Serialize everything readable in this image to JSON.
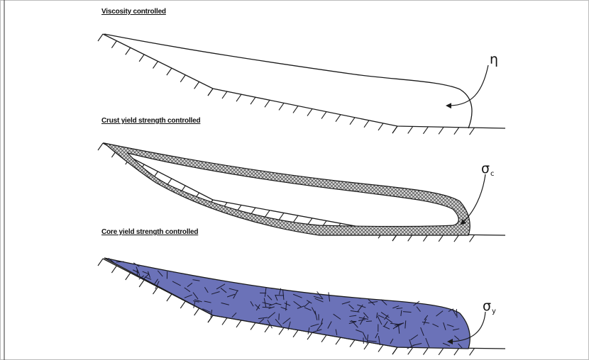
{
  "panels": [
    {
      "title": "Viscosity controlled",
      "symbol": "η",
      "subscript": ""
    },
    {
      "title": "Crust yield strength controlled",
      "symbol": "σ",
      "subscript": "c"
    },
    {
      "title": "Core yield strength controlled",
      "symbol": "σ",
      "subscript": "y"
    }
  ],
  "colors": {
    "line": "#1a1a1a",
    "crust_hatch": "#3a3a3a",
    "core_fill": "#6b72b8",
    "core_dash": "#1a1a2e"
  }
}
